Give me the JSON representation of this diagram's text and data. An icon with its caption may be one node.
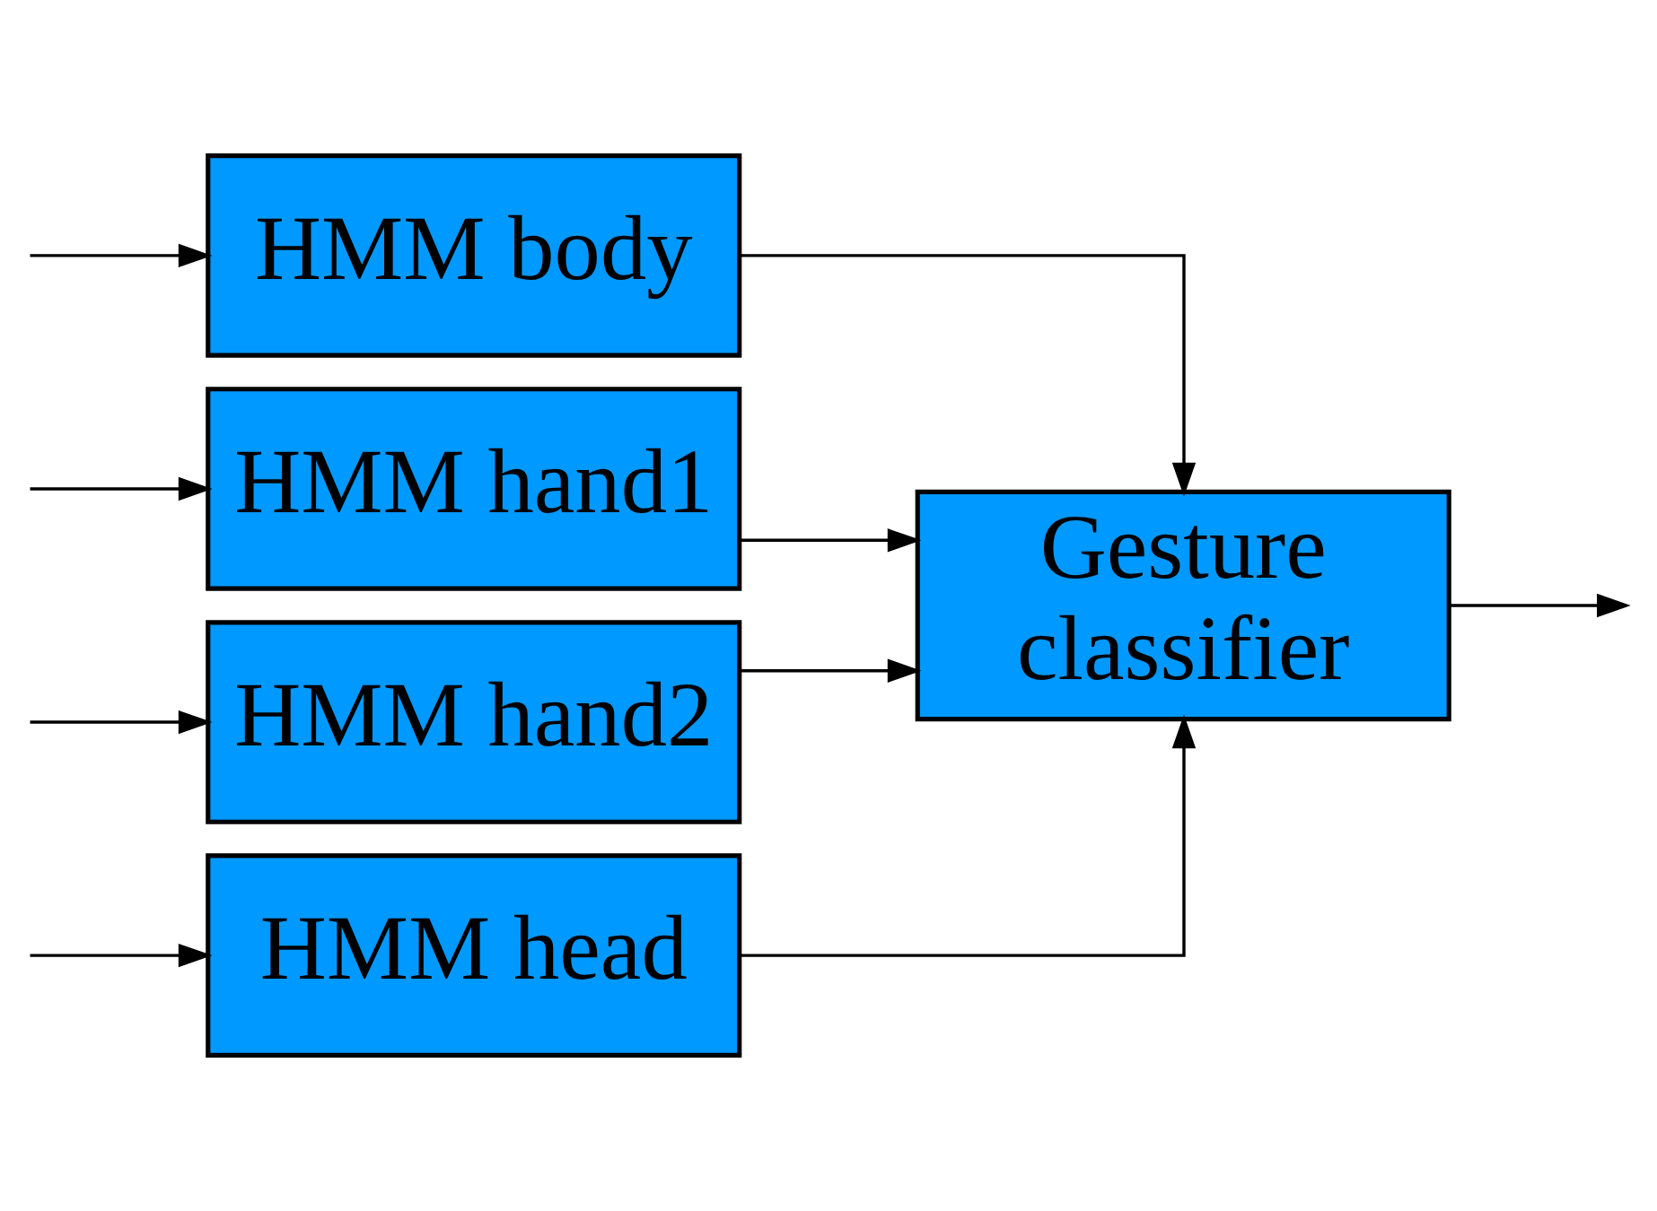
{
  "diagram": {
    "nodes": [
      {
        "text": [
          "HMM head"
        ]
      },
      {
        "text": [
          "HMM body"
        ]
      },
      {
        "text": [
          "HMM hand1"
        ]
      },
      {
        "text": [
          "HMM hand2"
        ]
      },
      {
        "text": [
          "Gesture classifier"
        ]
      }
    ],
    "edges": [
      {
        "from": null,
        "to": 0,
        "arrow": "to"
      },
      {
        "from": null,
        "to": 1,
        "arrow": "to"
      },
      {
        "from": null,
        "to": 2,
        "arrow": "to"
      },
      {
        "from": null,
        "to": 3,
        "arrow": "to"
      },
      {
        "from": 0,
        "to": 4,
        "arrow": "to"
      },
      {
        "from": 1,
        "to": 4,
        "arrow": "to"
      },
      {
        "from": 2,
        "to": 4,
        "arrow": "to"
      },
      {
        "from": 3,
        "to": 4,
        "arrow": "to"
      },
      {
        "from": 4,
        "to": null,
        "arrow": "to"
      }
    ]
  }
}
